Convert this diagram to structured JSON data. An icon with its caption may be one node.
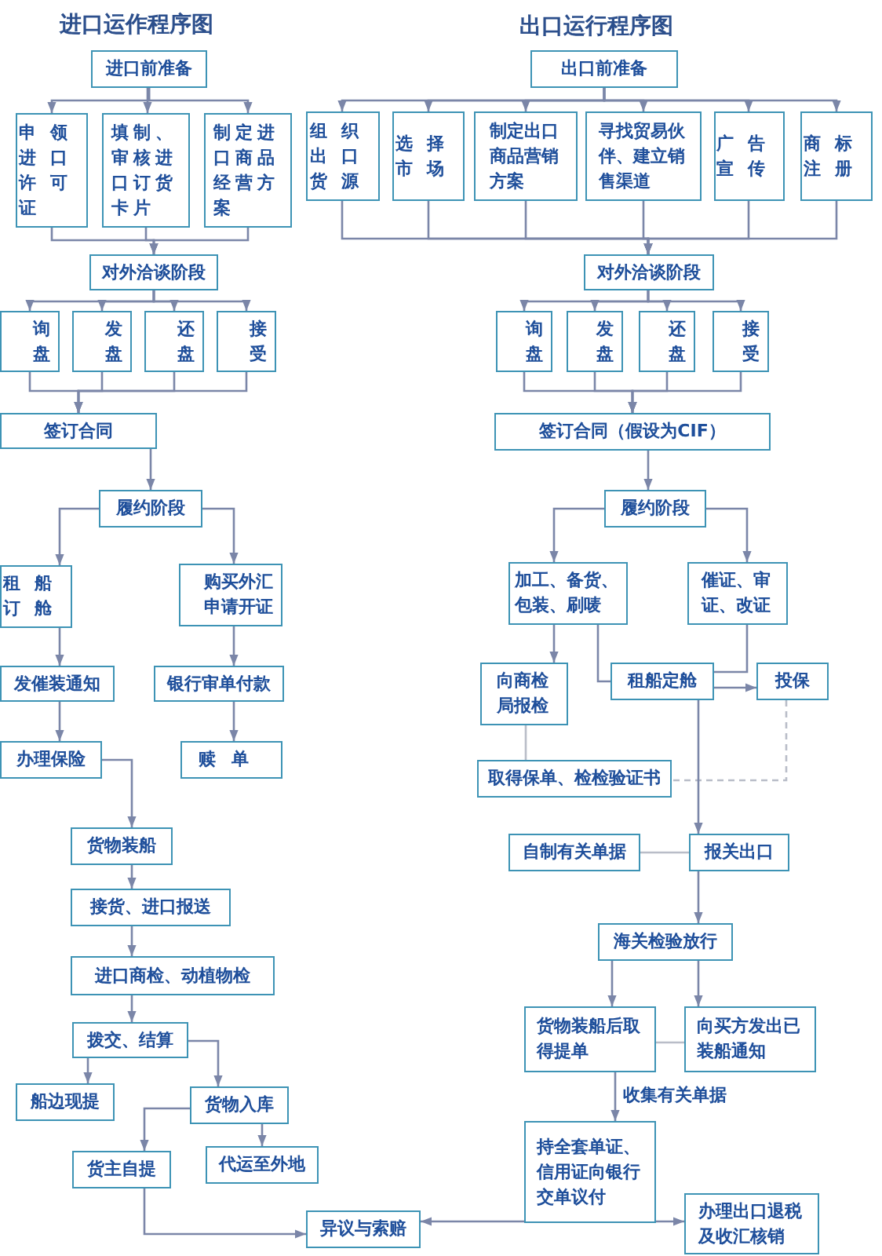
{
  "diagram": {
    "nodes": [
      {
        "text": [
          "进口前准备"
        ]
      },
      {
        "text": [
          "申领进口许可证"
        ]
      },
      {
        "text": [
          "填制、审核进口订货卡片"
        ]
      },
      {
        "text": [
          "制定进口商品经营方案"
        ]
      },
      {
        "text": [
          "对外洽谈阶段"
        ]
      },
      {
        "text": [
          "询盘"
        ]
      },
      {
        "text": [
          "发盘"
        ]
      },
      {
        "text": [
          "还盘"
        ]
      },
      {
        "text": [
          "接受"
        ]
      },
      {
        "text": [
          "签订合同"
        ]
      },
      {
        "text": [
          "履约阶段"
        ]
      },
      {
        "text": [
          "租船订舱"
        ]
      },
      {
        "text": [
          "购买外汇申请开证"
        ]
      },
      {
        "text": [
          "发催装通知"
        ]
      },
      {
        "text": [
          "银行审单付款"
        ]
      },
      {
        "text": [
          "办理保险"
        ]
      },
      {
        "text": [
          "赎单"
        ]
      },
      {
        "text": [
          "货物装船"
        ]
      },
      {
        "text": [
          "接货、进口报送"
        ]
      },
      {
        "text": [
          "进口商检、动植物检"
        ]
      },
      {
        "text": [
          "拨交、结算"
        ]
      },
      {
        "text": [
          "船边现提"
        ]
      },
      {
        "text": [
          "货物入库"
        ]
      },
      {
        "text": [
          "货主自提"
        ]
      },
      {
        "text": [
          "代运至外地"
        ]
      },
      {
        "text": [
          "异议与索赔"
        ]
      },
      {
        "text": [
          "出口前准备"
        ]
      },
      {
        "text": [
          "组织出口货源"
        ]
      },
      {
        "text": [
          "选择市场"
        ]
      },
      {
        "text": [
          "制定出口商品营销方案"
        ]
      },
      {
        "text": [
          "寻找贸易伙伴、建立销售渠道"
        ]
      },
      {
        "text": [
          "广告宣传"
        ]
      },
      {
        "text": [
          "商标注册"
        ]
      },
      {
        "text": [
          "对外洽谈阶段"
        ]
      },
      {
        "text": [
          "询盘"
        ]
      },
      {
        "text": [
          "发盘"
        ]
      },
      {
        "text": [
          "还盘"
        ]
      },
      {
        "text": [
          "接受"
        ]
      },
      {
        "text": [
          "签订合同（假设为CIF）"
        ]
      },
      {
        "text": [
          "履约阶段"
        ]
      },
      {
        "text": [
          "加工、备货、包装、刷唛"
        ]
      },
      {
        "text": [
          "催证、审证、改证"
        ]
      },
      {
        "text": [
          "向商检局报检"
        ]
      },
      {
        "text": [
          "租船定舱"
        ]
      },
      {
        "text": [
          "投保"
        ]
      },
      {
        "text": [
          "取得保单、检检验证书"
        ]
      },
      {
        "text": [
          "自制有关单据"
        ]
      },
      {
        "text": [
          "报关出口"
        ]
      },
      {
        "text": [
          "海关检验放行"
        ]
      },
      {
        "text": [
          "货物装船后取得提单"
        ]
      },
      {
        "text": [
          "向买方发出已装船通知"
        ]
      },
      {
        "text": [
          "持全套单证、信用证向银行交单议付"
        ]
      },
      {
        "text": [
          "办理出口退税及收汇核销"
        ]
      }
    ],
    "edges": [
      {
        "from": 0,
        "to": 1,
        "arrow": "to"
      },
      {
        "from": 0,
        "to": 2,
        "arrow": "to"
      },
      {
        "from": 0,
        "to": 3,
        "arrow": "to"
      },
      {
        "from": 1,
        "to": 4,
        "arrow": "to"
      },
      {
        "from": 2,
        "to": 4,
        "arrow": "to"
      },
      {
        "from": 3,
        "to": 4,
        "arrow": "to"
      },
      {
        "from": 4,
        "to": 5,
        "arrow": "to"
      },
      {
        "from": 4,
        "to": 6,
        "arrow": "to"
      },
      {
        "from": 4,
        "to": 7,
        "arrow": "to"
      },
      {
        "from": 4,
        "to": 8,
        "arrow": "to"
      },
      {
        "from": 5,
        "to": 9,
        "arrow": "to"
      },
      {
        "from": 6,
        "to": 9,
        "arrow": "to"
      },
      {
        "from": 7,
        "to": 9,
        "arrow": "to"
      },
      {
        "from": 8,
        "to": 9,
        "arrow": "to"
      },
      {
        "from": 9,
        "to": 10,
        "arrow": "to"
      },
      {
        "from": 10,
        "to": 11,
        "arrow": "to"
      },
      {
        "from": 10,
        "to": 12,
        "arrow": "to"
      },
      {
        "from": 11,
        "to": 13,
        "arrow": "to"
      },
      {
        "from": 12,
        "to": 14,
        "arrow": "to"
      },
      {
        "from": 13,
        "to": 15,
        "arrow": "to"
      },
      {
        "from": 14,
        "to": 16,
        "arrow": "to"
      },
      {
        "from": 15,
        "to": 17,
        "arrow": "to"
      },
      {
        "from": 17,
        "to": 18,
        "arrow": "to"
      },
      {
        "from": 18,
        "to": 19,
        "arrow": "to"
      },
      {
        "from": 19,
        "to": 20,
        "arrow": "to"
      },
      {
        "from": 20,
        "to": 21,
        "arrow": "to"
      },
      {
        "from": 20,
        "to": 22,
        "arrow": "to"
      },
      {
        "from": 22,
        "to": 23,
        "arrow": "to"
      },
      {
        "from": 22,
        "to": 24,
        "arrow": "to"
      },
      {
        "from": 23,
        "to": 25,
        "arrow": "to"
      },
      {
        "from": 26,
        "to": 27,
        "arrow": "to"
      },
      {
        "from": 26,
        "to": 28,
        "arrow": "to"
      },
      {
        "from": 26,
        "to": 29,
        "arrow": "to"
      },
      {
        "from": 26,
        "to": 30,
        "arrow": "to"
      },
      {
        "from": 26,
        "to": 31,
        "arrow": "to"
      },
      {
        "from": 26,
        "to": 32,
        "arrow": "to"
      },
      {
        "from": 27,
        "to": 33,
        "arrow": "to"
      },
      {
        "from": 28,
        "to": 33,
        "arrow": "to"
      },
      {
        "from": 29,
        "to": 33,
        "arrow": "to"
      },
      {
        "from": 30,
        "to": 33,
        "arrow": "to"
      },
      {
        "from": 31,
        "to": 33,
        "arrow": "to"
      },
      {
        "from": 32,
        "to": 33,
        "arrow": "to"
      },
      {
        "from": 33,
        "to": 34,
        "arrow": "to"
      },
      {
        "from": 33,
        "to": 35,
        "arrow": "to"
      },
      {
        "from": 33,
        "to": 36,
        "arrow": "to"
      },
      {
        "from": 33,
        "to": 37,
        "arrow": "to"
      },
      {
        "from": 34,
        "to": 38,
        "arrow": "to"
      },
      {
        "from": 35,
        "to": 38,
        "arrow": "to"
      },
      {
        "from": 36,
        "to": 38,
        "arrow": "to"
      },
      {
        "from": 37,
        "to": 38,
        "arrow": "to"
      },
      {
        "from": 38,
        "to": 39,
        "arrow": "to"
      },
      {
        "from": 39,
        "to": 40,
        "arrow": "to"
      },
      {
        "from": 39,
        "to": 41,
        "arrow": "to"
      },
      {
        "from": 40,
        "to": 42,
        "arrow": "to"
      },
      {
        "from": 40,
        "to": 43,
        "arrow": "none"
      },
      {
        "from": 41,
        "to": 43,
        "arrow": "none"
      },
      {
        "from": 43,
        "to": 44,
        "arrow": "to"
      },
      {
        "from": 42,
        "to": 45,
        "arrow": "none",
        "color": "#b9bdc8"
      },
      {
        "from": 44,
        "to": 45,
        "arrow": "none",
        "style": "dashed",
        "color": "#b9bdc8"
      },
      {
        "from": 43,
        "to": 47,
        "arrow": "to"
      },
      {
        "from": 46,
        "to": 47,
        "arrow": "none",
        "color": "#b9bdc8"
      },
      {
        "from": 47,
        "to": 48,
        "arrow": "to"
      },
      {
        "from": 48,
        "to": 49,
        "arrow": "to"
      },
      {
        "from": 48,
        "to": 50,
        "arrow": "to"
      },
      {
        "from": 49,
        "to": 50,
        "arrow": "none",
        "color": "#b9bdc8"
      },
      {
        "from": 49,
        "to": 51,
        "arrow": "to",
        "label": "收集有关单据"
      },
      {
        "from": 51,
        "to": 52,
        "arrow": "to"
      },
      {
        "from": 51,
        "to": 25,
        "arrow": "to"
      }
    ],
    "labels": [
      "进口运作程序图",
      "出口运行程序图"
    ]
  }
}
